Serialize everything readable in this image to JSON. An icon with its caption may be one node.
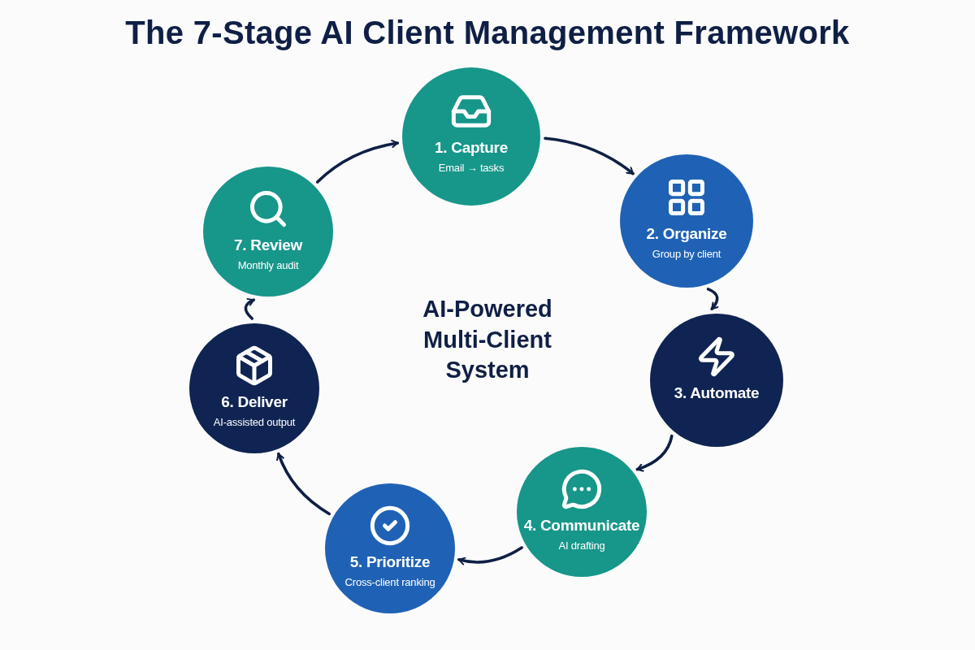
{
  "diagram": {
    "title": "The 7-Stage AI Client Management Framework",
    "nodes": [
      {
        "text": [
          "1. Capture",
          "Email → tasks"
        ]
      },
      {
        "text": [
          "2. Organize",
          "Group by client"
        ]
      },
      {
        "text": [
          "3. Automate"
        ]
      },
      {
        "text": [
          "4. Communicate",
          "AI drafting"
        ]
      },
      {
        "text": [
          "5. Prioritize",
          "Cross-client ranking"
        ]
      },
      {
        "text": [
          "6. Deliver",
          "AI-assisted output"
        ]
      },
      {
        "text": [
          "7. Review",
          "Monthly audit"
        ]
      }
    ],
    "edges": [
      {
        "from": 0,
        "to": 1,
        "arrow": "to"
      },
      {
        "from": 1,
        "to": 2,
        "arrow": "to"
      },
      {
        "from": 2,
        "to": 3,
        "arrow": "to"
      },
      {
        "from": 3,
        "to": 4,
        "arrow": "to"
      },
      {
        "from": 4,
        "to": 5,
        "arrow": "to"
      },
      {
        "from": 5,
        "to": 6,
        "arrow": "to"
      },
      {
        "from": 6,
        "to": 0,
        "arrow": "to"
      }
    ],
    "labels": [
      "AI-Powered Multi-Client System"
    ]
  }
}
